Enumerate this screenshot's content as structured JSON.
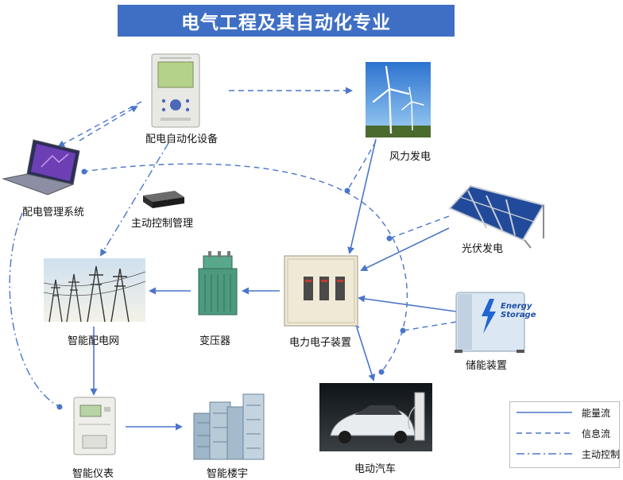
{
  "title": "电气工程及其自动化专业",
  "nodes": {
    "distribution_automation": "配电自动化设备",
    "wind_power": "风力发电",
    "distribution_management": "配电管理系统",
    "active_control": "主动控制管理",
    "solar_power": "光伏发电",
    "smart_grid": "智能配电网",
    "transformer": "变压器",
    "power_electronics": "电力电子装置",
    "energy_storage": "储能装置",
    "smart_meter": "智能仪表",
    "smart_building": "智能楼宇",
    "electric_vehicle": "电动汽车"
  },
  "battery_text": {
    "line1": "Energy",
    "line2": "Storage"
  },
  "legend": {
    "energy_flow": "能量流",
    "info_flow": "信息流",
    "active_control": "主动控制"
  },
  "colors": {
    "accent": "#3f6fc4",
    "flow": "#4a76c9"
  }
}
